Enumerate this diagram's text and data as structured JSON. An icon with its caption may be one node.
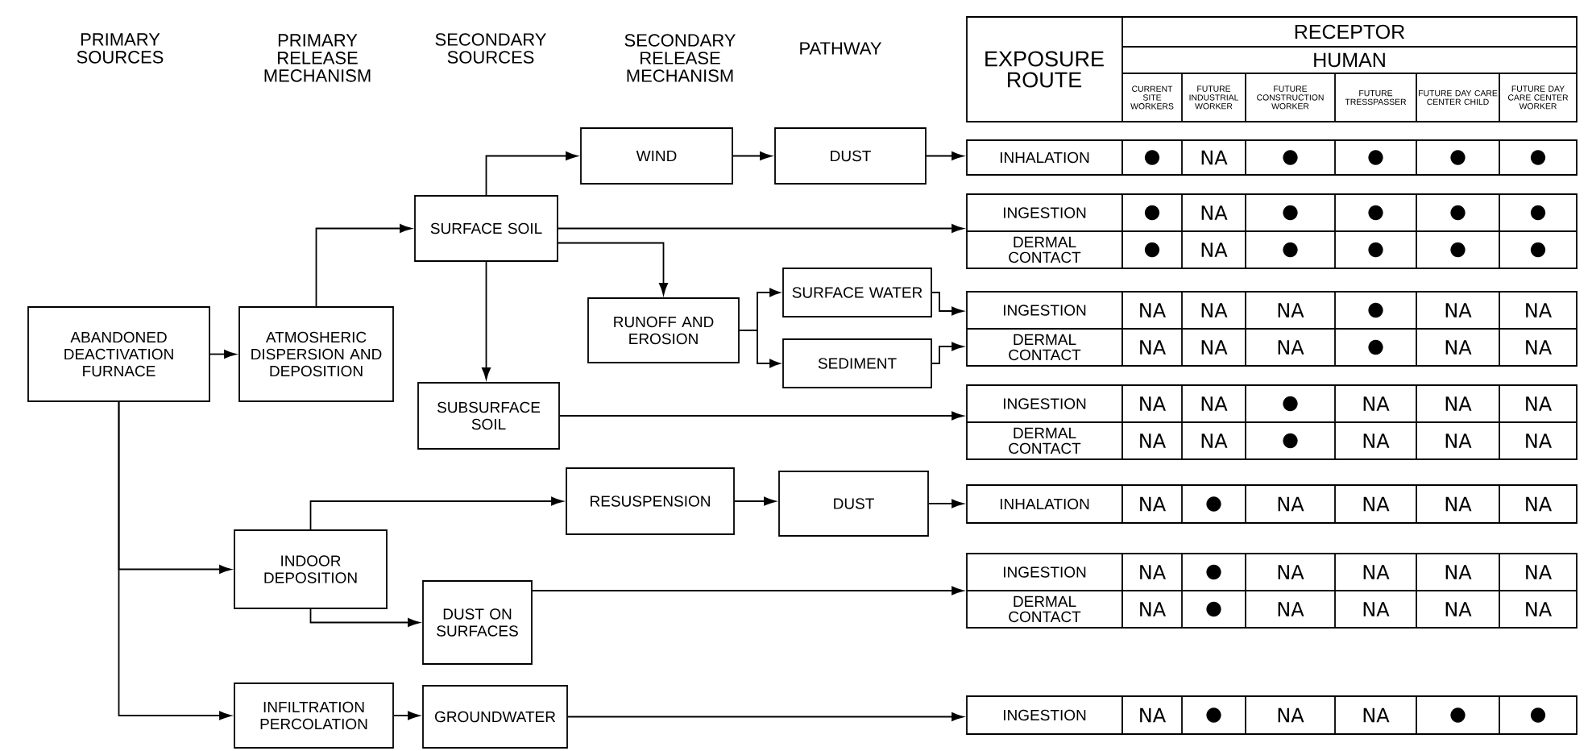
{
  "diagram": {
    "nodes": [
      {
        "text": [
          "ABANDONED DEACTIVATION FURNACE"
        ]
      },
      {
        "text": [
          "ATMOSHERIC DISPERSION AND DEPOSITION"
        ]
      },
      {
        "text": [
          "SURFACE SOIL"
        ]
      },
      {
        "text": [
          "WIND"
        ]
      },
      {
        "text": [
          "DUST"
        ]
      },
      {
        "text": [
          "RUNOFF AND EROSION"
        ]
      },
      {
        "text": [
          "SURFACE WATER"
        ]
      },
      {
        "text": [
          "SEDIMENT"
        ]
      },
      {
        "text": [
          "SUBSURFACE SOIL"
        ]
      },
      {
        "text": [
          "INDOOR DEPOSITION"
        ]
      },
      {
        "text": [
          "RESUSPENSION"
        ]
      },
      {
        "text": [
          "DUST"
        ]
      },
      {
        "text": [
          "DUST ON SURFACES"
        ]
      },
      {
        "text": [
          "INFILTRATION PERCOLATION"
        ]
      },
      {
        "text": [
          "GROUNDWATER"
        ]
      },
      {
        "text": [
          "INHALATION"
        ]
      },
      {
        "text": [
          "INGESTION",
          "DERMAL CONTACT"
        ]
      },
      {
        "text": [
          "INGESTION",
          "DERMAL CONTACT"
        ]
      },
      {
        "text": [
          "INGESTION",
          "DERMAL CONTACT"
        ]
      },
      {
        "text": [
          "INHALATION"
        ]
      },
      {
        "text": [
          "INGESTION",
          "DERMAL CONTACT"
        ]
      },
      {
        "text": [
          "INGESTION"
        ]
      }
    ],
    "edges": [
      {
        "from": 0,
        "to": 1,
        "arrow": "to"
      },
      {
        "from": 1,
        "to": 2,
        "arrow": "to"
      },
      {
        "from": 2,
        "to": 3,
        "arrow": "to"
      },
      {
        "from": 3,
        "to": 4,
        "arrow": "to"
      },
      {
        "from": 4,
        "to": 15,
        "arrow": "to"
      },
      {
        "from": 2,
        "to": 16,
        "arrow": "to"
      },
      {
        "from": 2,
        "to": 5,
        "arrow": "to"
      },
      {
        "from": 5,
        "to": 6,
        "arrow": "to"
      },
      {
        "from": 5,
        "to": 7,
        "arrow": "to"
      },
      {
        "from": 6,
        "to": 17,
        "arrow": "to"
      },
      {
        "from": 7,
        "to": 17,
        "arrow": "to"
      },
      {
        "from": 2,
        "to": 8,
        "arrow": "to"
      },
      {
        "from": 8,
        "to": 18,
        "arrow": "to"
      },
      {
        "from": 0,
        "to": 9,
        "arrow": "to"
      },
      {
        "from": 0,
        "to": 13,
        "arrow": "to"
      },
      {
        "from": 9,
        "to": 10,
        "arrow": "to"
      },
      {
        "from": 10,
        "to": 11,
        "arrow": "to"
      },
      {
        "from": 11,
        "to": 19,
        "arrow": "to"
      },
      {
        "from": 9,
        "to": 12,
        "arrow": "to"
      },
      {
        "from": 12,
        "to": 20,
        "arrow": "to"
      },
      {
        "from": 13,
        "to": 14,
        "arrow": "to"
      },
      {
        "from": 14,
        "to": 21,
        "arrow": "to"
      }
    ],
    "labels": [
      "PRIMARY SOURCES",
      "PRIMARY RELEASE MECHANISM",
      "SECONDARY SOURCES",
      "SECONDARY RELEASE MECHANISM",
      "PATHWAY",
      "EXPOSURE ROUTE",
      "RECEPTOR",
      "HUMAN",
      "CURRENT SITE WORKERS",
      "FUTURE INDUSTRIAL WORKER",
      "FUTURE CONSTRUCTION WORKER",
      "FUTURE TRESSPASSER",
      "FUTURE DAY CARE CENTER CHILD",
      "FUTURE DAY CARE CENTER WORKER",
      "●",
      "NA",
      "●",
      "●",
      "●",
      "●",
      "●",
      "NA",
      "●",
      "●",
      "●",
      "●",
      "●",
      "NA",
      "●",
      "●",
      "●",
      "●",
      "NA",
      "NA",
      "NA",
      "●",
      "NA",
      "NA",
      "NA",
      "NA",
      "NA",
      "●",
      "NA",
      "NA",
      "NA",
      "NA",
      "●",
      "NA",
      "NA",
      "NA",
      "NA",
      "NA",
      "●",
      "NA",
      "NA",
      "NA",
      "NA",
      "●",
      "NA",
      "NA",
      "NA",
      "NA",
      "NA",
      "●",
      "NA",
      "NA",
      "NA",
      "NA",
      "NA",
      "●",
      "NA",
      "NA",
      "NA",
      "NA",
      "NA",
      "●",
      "NA",
      "NA",
      "●",
      "●"
    ]
  }
}
